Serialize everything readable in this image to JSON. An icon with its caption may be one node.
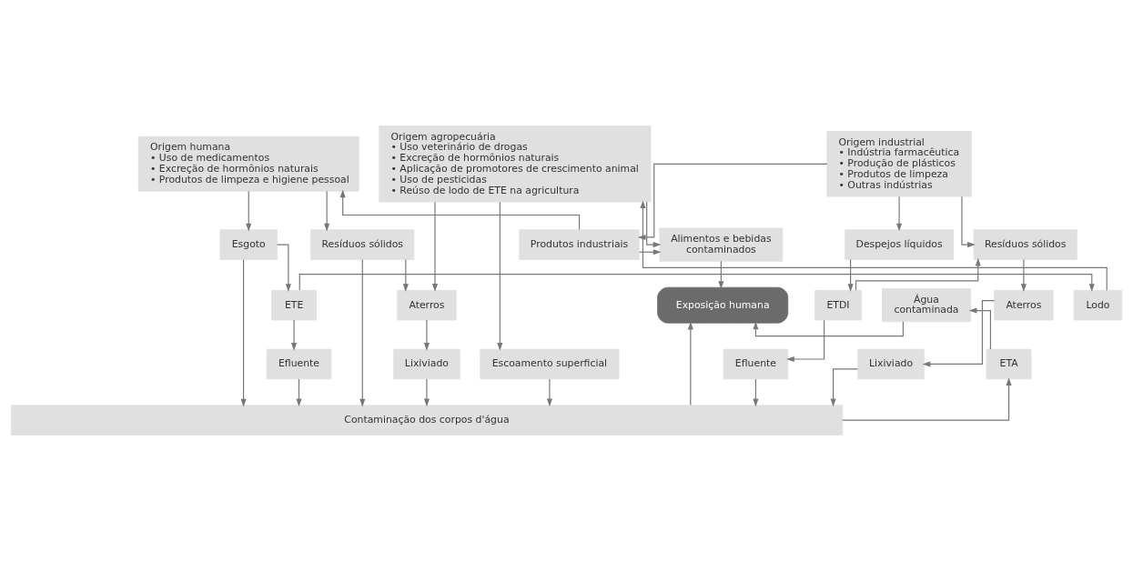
{
  "diagram": {
    "nodes": [
      {
        "text": [
          "Origem humana",
          "• Uso de medicamentos",
          "• Excreção de hormônios naturais",
          "• Produtos de limpeza e higiene pessoal"
        ]
      },
      {
        "text": [
          "Origem agropecuária",
          "• Uso veterinário de drogas",
          "• Excreção de hormônios naturais",
          "• Aplicação de promotores de crescimento animal",
          "• Uso de pesticidas",
          "• Reúso de lodo de ETE na agricultura"
        ]
      },
      {
        "text": [
          "Origem industrial",
          "• Indústria farmacêutica",
          "• Produção de plásticos",
          "• Produtos de limpeza",
          "• Outras indústrias"
        ]
      },
      {
        "text": [
          "Resíduos sólidos"
        ]
      },
      {
        "text": [
          "Esgoto"
        ]
      },
      {
        "text": [
          "Alimentos e bebidas contaminados"
        ]
      },
      {
        "text": [
          "Produtos industriais"
        ]
      },
      {
        "text": [
          "Resíduos sólidos"
        ]
      },
      {
        "text": [
          "Despejos líquidos"
        ]
      },
      {
        "text": [
          "Aterros"
        ]
      },
      {
        "text": [
          "ETE"
        ]
      },
      {
        "text": [
          "Lodo"
        ]
      },
      {
        "text": [
          "Exposição humana"
        ]
      },
      {
        "text": [
          "Água contaminada"
        ]
      },
      {
        "text": [
          "Aterros"
        ]
      },
      {
        "text": [
          "ETDI"
        ]
      },
      {
        "text": [
          "Lixiviado"
        ]
      },
      {
        "text": [
          "Efluente"
        ]
      },
      {
        "text": [
          "Escoamento superficial"
        ]
      },
      {
        "text": [
          "ETA"
        ]
      },
      {
        "text": [
          "Lixiviado"
        ]
      },
      {
        "text": [
          "Efluente"
        ]
      },
      {
        "text": [
          "Contaminação dos corpos d'água"
        ]
      }
    ],
    "edges": [
      {
        "from": 0,
        "to": 3,
        "arrow": "to"
      },
      {
        "from": 0,
        "to": 4,
        "arrow": "to"
      },
      {
        "from": 6,
        "to": 0,
        "arrow": "to"
      },
      {
        "from": 11,
        "to": 1,
        "arrow": "to"
      },
      {
        "from": 1,
        "to": 5,
        "arrow": "to"
      },
      {
        "from": 1,
        "to": 9,
        "arrow": "to"
      },
      {
        "from": 1,
        "to": 18,
        "arrow": "to"
      },
      {
        "from": 2,
        "to": 6,
        "arrow": "to"
      },
      {
        "from": 2,
        "to": 7,
        "arrow": "to"
      },
      {
        "from": 2,
        "to": 8,
        "arrow": "to"
      },
      {
        "from": 6,
        "to": 5,
        "arrow": "to"
      },
      {
        "from": 3,
        "to": 9,
        "arrow": "to"
      },
      {
        "from": 3,
        "to": 22,
        "arrow": "to"
      },
      {
        "from": 4,
        "to": 22,
        "arrow": "to"
      },
      {
        "from": 4,
        "to": 10,
        "arrow": "to"
      },
      {
        "from": 10,
        "to": 11,
        "arrow": "to"
      },
      {
        "from": 10,
        "to": 17,
        "arrow": "to"
      },
      {
        "from": 9,
        "to": 16,
        "arrow": "to"
      },
      {
        "from": 5,
        "to": 12,
        "arrow": "to"
      },
      {
        "from": 13,
        "to": 12,
        "arrow": "to"
      },
      {
        "from": 7,
        "to": 14,
        "arrow": "to"
      },
      {
        "from": 8,
        "to": 15,
        "arrow": "to"
      },
      {
        "from": 15,
        "to": 7,
        "arrow": "to"
      },
      {
        "from": 14,
        "to": 20,
        "arrow": "to"
      },
      {
        "from": 15,
        "to": 21,
        "arrow": "to"
      },
      {
        "from": 19,
        "to": 13,
        "arrow": "to"
      },
      {
        "from": 16,
        "to": 22,
        "arrow": "to"
      },
      {
        "from": 17,
        "to": 22,
        "arrow": "to"
      },
      {
        "from": 18,
        "to": 22,
        "arrow": "to"
      },
      {
        "from": 22,
        "to": 12,
        "arrow": "to"
      },
      {
        "from": 22,
        "to": 19,
        "arrow": "to"
      },
      {
        "from": 20,
        "to": 22,
        "arrow": "to"
      },
      {
        "from": 21,
        "to": 22,
        "arrow": "to"
      }
    ]
  }
}
